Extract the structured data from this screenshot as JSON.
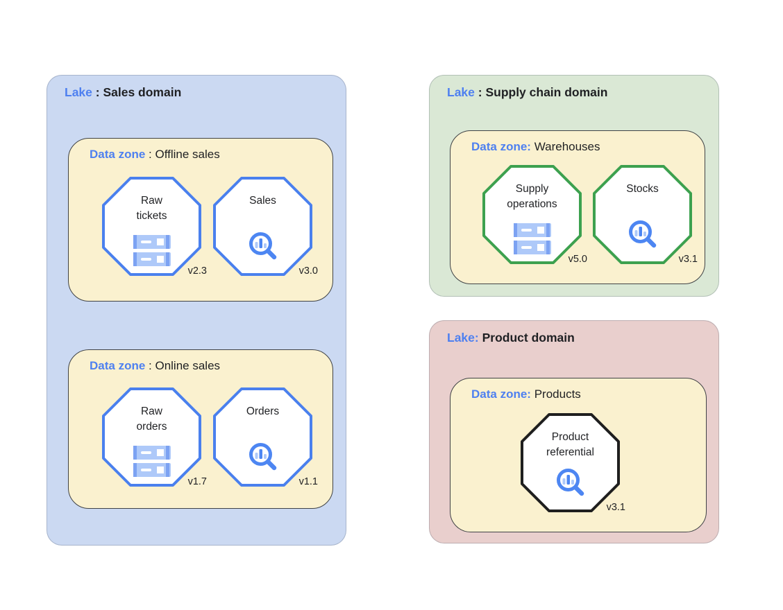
{
  "colors": {
    "page_bg": "#ffffff",
    "lake_sales_bg": "#cbd9f2",
    "lake_supply_bg": "#dae8d5",
    "lake_product_bg": "#e9cfcd",
    "zone_bg": "#faf1cf",
    "zone_border": "#3f4245",
    "label_blue": "#4e80f0",
    "octagon_blue": "#4a80ee",
    "octagon_green": "#3da14f",
    "octagon_black": "#1f1f1f",
    "icon_blue": "#4d86f2",
    "icon_light_blue": "#aec9f9",
    "icon_mid_blue": "#7ca2f2",
    "text_black": "#1f2023"
  },
  "lakes": [
    {
      "label": "Lake",
      "separator": " : ",
      "title": "Sales domain",
      "zones": [
        {
          "label": "Data zone",
          "separator": " : ",
          "title": "Offline sales",
          "assets": [
            {
              "name": "Raw\ntickets",
              "version": "v2.3",
              "icon": "storage-server-icon"
            },
            {
              "name": "Sales",
              "version": "v3.0",
              "icon": "search-analytics-icon"
            }
          ]
        },
        {
          "label": "Data zone",
          "separator": " : ",
          "title": "Online sales",
          "assets": [
            {
              "name": "Raw\norders",
              "version": "v1.7",
              "icon": "storage-server-icon"
            },
            {
              "name": "Orders",
              "version": "v1.1",
              "icon": "search-analytics-icon"
            }
          ]
        }
      ]
    },
    {
      "label": "Lake",
      "separator": " : ",
      "title": "Supply chain domain",
      "zones": [
        {
          "label": "Data zone:",
          "separator": " ",
          "title": "Warehouses",
          "assets": [
            {
              "name": "Supply\noperations",
              "version": "v5.0",
              "icon": "storage-server-icon"
            },
            {
              "name": "Stocks",
              "version": "v3.1",
              "icon": "search-analytics-icon"
            }
          ]
        }
      ]
    },
    {
      "label": "Lake:",
      "separator": " ",
      "title": "Product domain",
      "zones": [
        {
          "label": "Data zone:",
          "separator": " ",
          "title": "Products",
          "assets": [
            {
              "name": "Product\nreferential",
              "version": "v3.1",
              "icon": "search-analytics-icon"
            }
          ]
        }
      ]
    }
  ]
}
